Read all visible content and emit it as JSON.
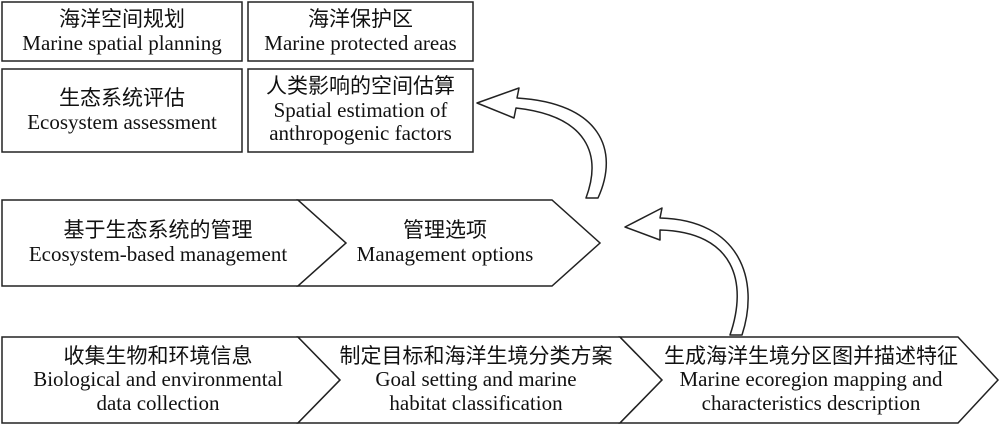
{
  "top_boxes": {
    "msp": {
      "zh": "海洋空间规划",
      "en": "Marine spatial planning"
    },
    "mpa": {
      "zh": "海洋保护区",
      "en": "Marine protected areas"
    },
    "eco": {
      "zh": "生态系统评估",
      "en": "Ecosystem assessment"
    },
    "human": {
      "zh": "人类影响的空间估算",
      "en1": "Spatial estimation of",
      "en2": "anthropogenic factors"
    }
  },
  "middle_row": {
    "ebm": {
      "zh": "基于生态系统的管理",
      "en": "Ecosystem-based management"
    },
    "options": {
      "zh": "管理选项",
      "en": "Management options"
    }
  },
  "bottom_row": {
    "collect": {
      "zh": "收集生物和环境信息",
      "en1": "Biological and environmental",
      "en2": "data collection"
    },
    "goal": {
      "zh": "制定目标和海洋生境分类方案",
      "en1": "Goal setting and marine",
      "en2": "habitat classification"
    },
    "map": {
      "zh": "生成海洋生境分区图并描述特征",
      "en1": "Marine ecoregion mapping and",
      "en2": "characteristics description"
    }
  },
  "colors": {
    "stroke": "#222222",
    "fill": "#ffffff",
    "text": "#111111"
  }
}
